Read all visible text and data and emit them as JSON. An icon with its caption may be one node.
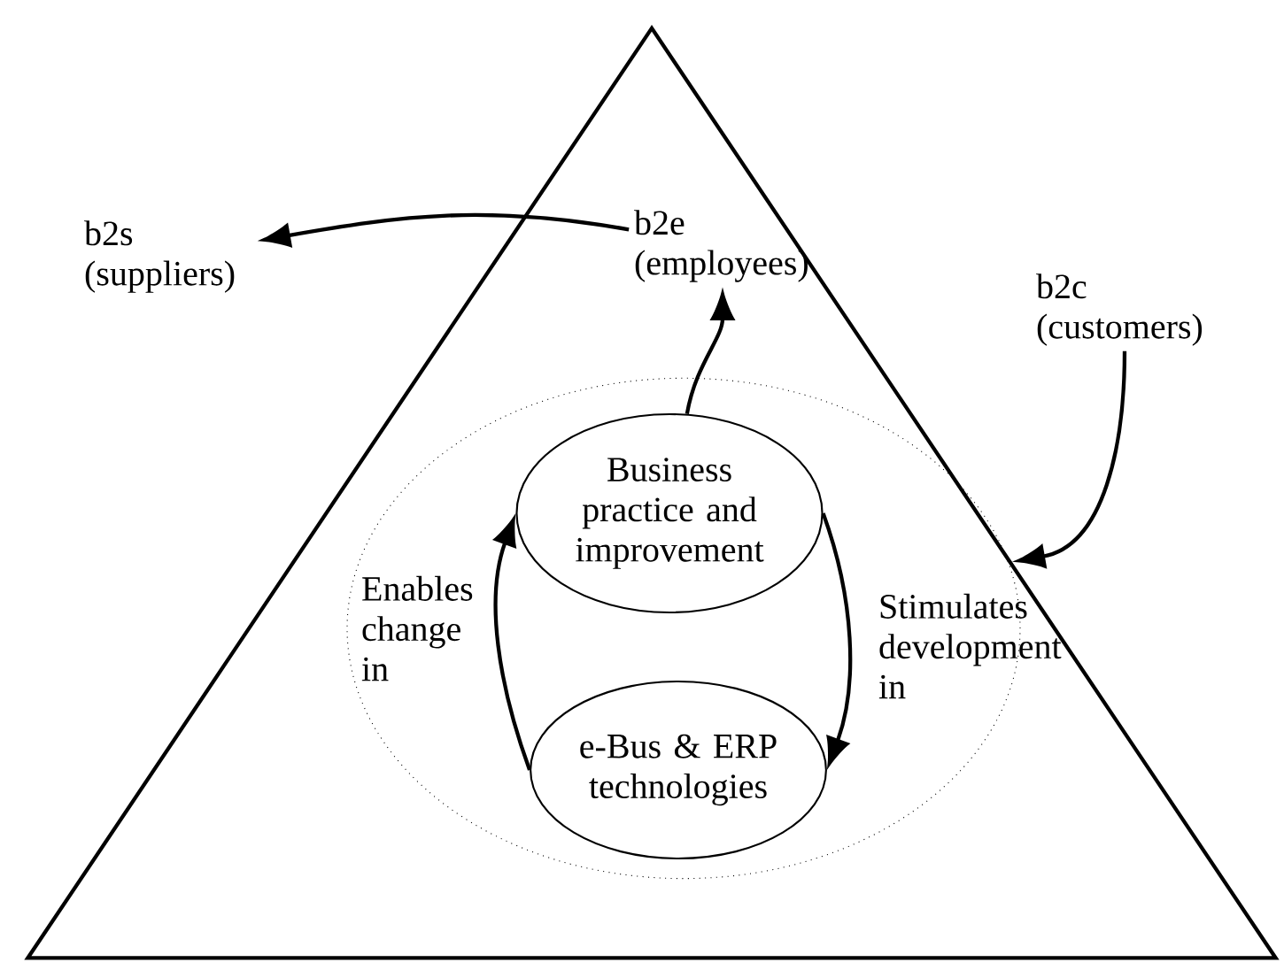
{
  "diagram": {
    "nodes": [
      {
        "text": [],
        "shape": "triangle"
      },
      {
        "text": [
          "b2s (suppliers)"
        ]
      },
      {
        "text": [
          "b2e (employees)"
        ],
        "in": 0
      },
      {
        "text": [
          "b2c (customers)"
        ]
      },
      {
        "text": [],
        "shape": "ellipse",
        "in": 0
      },
      {
        "text": [
          "Business practice and improvement"
        ],
        "in": 4
      },
      {
        "text": [
          "e-Bus & ERP technologies"
        ],
        "in": 4
      }
    ],
    "edges": [
      {
        "from": 2,
        "to": 1,
        "arrow": "to"
      },
      {
        "from": 5,
        "to": 2,
        "arrow": "to"
      },
      {
        "from": 3,
        "to": 0,
        "arrow": "to"
      },
      {
        "from": 5,
        "to": 6,
        "arrow": "to",
        "label": "Stimulates development in"
      },
      {
        "from": 6,
        "to": 5,
        "arrow": "to",
        "label": "Enables change in"
      }
    ]
  }
}
